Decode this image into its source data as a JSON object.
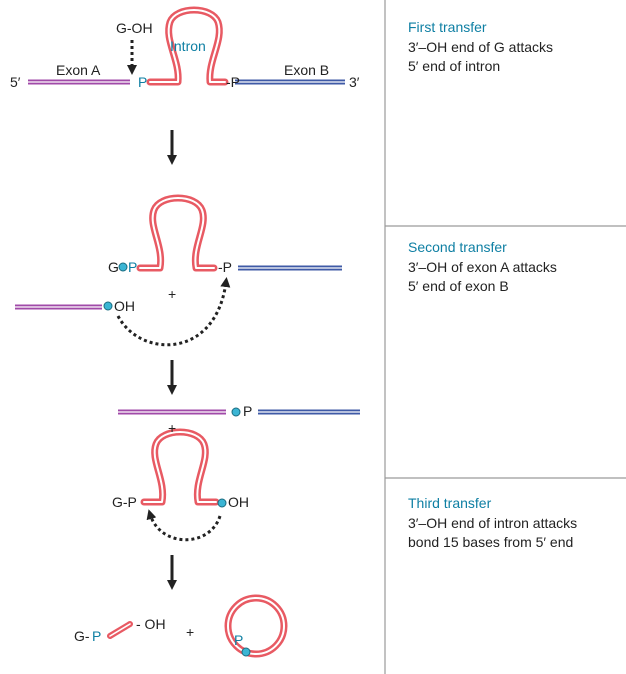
{
  "colors": {
    "exon_a": "#a04aa8",
    "exon_b": "#3f5aa6",
    "intron": "#e85a63",
    "accent_text": "#0e7fa3",
    "dot": "#3bb5d4",
    "divider": "#9a9a9a"
  },
  "stage1": {
    "g_oh": "G-OH",
    "intron_label": "Intron",
    "exon_a_label": "Exon A",
    "exon_b_label": "Exon B",
    "five_prime": "5′",
    "three_prime": "3′",
    "p_left": "P",
    "p_right": "-P"
  },
  "stage2": {
    "gp_g": "G",
    "gp_p": "P",
    "p_right": "-P",
    "plus": "+",
    "oh": "OH"
  },
  "stage3": {
    "p": "P",
    "plus": "+"
  },
  "stage4": {
    "gp": "G-P",
    "oh": "OH"
  },
  "stage5": {
    "g": "G-",
    "p": "P",
    "oh": "- OH",
    "plus": "+",
    "circle_p": "P"
  },
  "steps": [
    {
      "title": "First transfer",
      "lines": [
        "3′–OH end of G attacks",
        "5′ end of intron"
      ]
    },
    {
      "title": "Second transfer",
      "lines": [
        "3′–OH of exon A attacks",
        "5′ end of exon B"
      ]
    },
    {
      "title": "Third transfer",
      "lines": [
        "3′–OH end of intron attacks",
        "bond 15 bases from 5′ end"
      ]
    }
  ]
}
